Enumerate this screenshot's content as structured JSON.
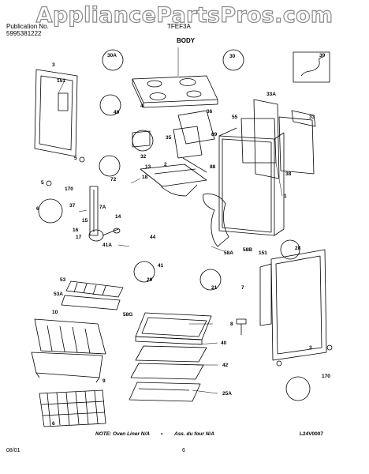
{
  "watermark": "AppliancePartsPros.com",
  "header": {
    "publication_label": "Publication No.",
    "publication_no": "5995381222",
    "model": "TFEF3A",
    "section": "BODY"
  },
  "note_oven_liner": "NOTE: Oven Liner N/A",
  "note_french": "Ass. du four N/A",
  "drawing_code": "L24V0007",
  "footer": {
    "date": "08/01",
    "page": "6"
  },
  "callouts": [
    {
      "id": "c30a",
      "text": "30A"
    },
    {
      "id": "c30",
      "text": "30"
    },
    {
      "id": "c39",
      "text": "39"
    },
    {
      "id": "c3a",
      "text": "3"
    },
    {
      "id": "c151a",
      "text": "151"
    },
    {
      "id": "c4",
      "text": "4"
    },
    {
      "id": "c49",
      "text": "49"
    },
    {
      "id": "c36",
      "text": "36"
    },
    {
      "id": "c55",
      "text": "55"
    },
    {
      "id": "c33a",
      "text": "33A"
    },
    {
      "id": "c33",
      "text": "33"
    },
    {
      "id": "c35",
      "text": "35"
    },
    {
      "id": "c89",
      "text": "89"
    },
    {
      "id": "c38",
      "text": "38"
    },
    {
      "id": "c32",
      "text": "32"
    },
    {
      "id": "c5a",
      "text": "5"
    },
    {
      "id": "c13",
      "text": "13"
    },
    {
      "id": "c2",
      "text": "2"
    },
    {
      "id": "c88",
      "text": "88"
    },
    {
      "id": "c72",
      "text": "72"
    },
    {
      "id": "c18",
      "text": "18"
    },
    {
      "id": "c170a",
      "text": "170"
    },
    {
      "id": "c5b",
      "text": "5"
    },
    {
      "id": "c6a",
      "text": "6"
    },
    {
      "id": "c37",
      "text": "37"
    },
    {
      "id": "c7a",
      "text": "7A"
    },
    {
      "id": "c14",
      "text": "14"
    },
    {
      "id": "c1",
      "text": "1"
    },
    {
      "id": "c16",
      "text": "16"
    },
    {
      "id": "c15",
      "text": "15"
    },
    {
      "id": "c17",
      "text": "17"
    },
    {
      "id": "c44",
      "text": "44"
    },
    {
      "id": "c41a",
      "text": "41A"
    },
    {
      "id": "c58a",
      "text": "58A"
    },
    {
      "id": "c58b",
      "text": "58B"
    },
    {
      "id": "c151b",
      "text": "151"
    },
    {
      "id": "c28",
      "text": "28"
    },
    {
      "id": "c41",
      "text": "41"
    },
    {
      "id": "c29",
      "text": "29"
    },
    {
      "id": "c21",
      "text": "21"
    },
    {
      "id": "c7",
      "text": "7"
    },
    {
      "id": "c53",
      "text": "53"
    },
    {
      "id": "c53a",
      "text": "53A"
    },
    {
      "id": "c58g",
      "text": "58G"
    },
    {
      "id": "c10",
      "text": "10"
    },
    {
      "id": "c8",
      "text": "8"
    },
    {
      "id": "c40",
      "text": "40"
    },
    {
      "id": "c3b",
      "text": "3"
    },
    {
      "id": "c42",
      "text": "42"
    },
    {
      "id": "c9",
      "text": "9"
    },
    {
      "id": "c170b",
      "text": "170"
    },
    {
      "id": "c25a",
      "text": "25A"
    },
    {
      "id": "c6b",
      "text": "6"
    }
  ]
}
